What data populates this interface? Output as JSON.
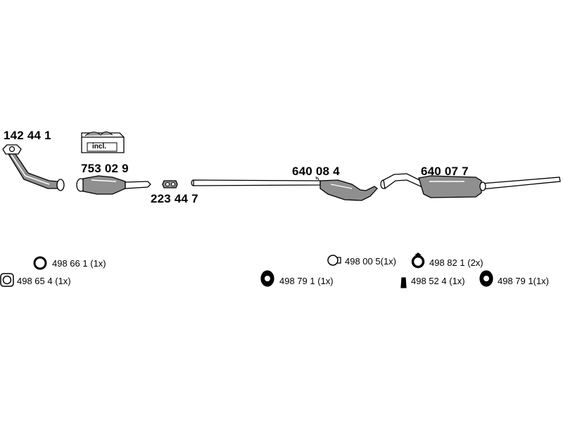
{
  "parts": {
    "front_pipe": "142 44 1",
    "catalytic_converter": "753 02 9",
    "kit_label": "incl.",
    "connector": "223 44 7",
    "middle_silencer": "640 08 4",
    "rear_silencer": "640 07 7"
  },
  "accessories": [
    {
      "number": "498 66 1",
      "qty": "(1x)"
    },
    {
      "number": "498 65 4",
      "qty": "(1x)"
    },
    {
      "number": "498 79 1",
      "qty": "(1x)"
    },
    {
      "number": "498 00 5",
      "qty": "(1x)"
    },
    {
      "number": "498 82 1",
      "qty": "(2x)"
    },
    {
      "number": "498 52 4",
      "qty": "(1x)"
    },
    {
      "number": "498 79 1",
      "qty": "(1x)"
    }
  ]
}
